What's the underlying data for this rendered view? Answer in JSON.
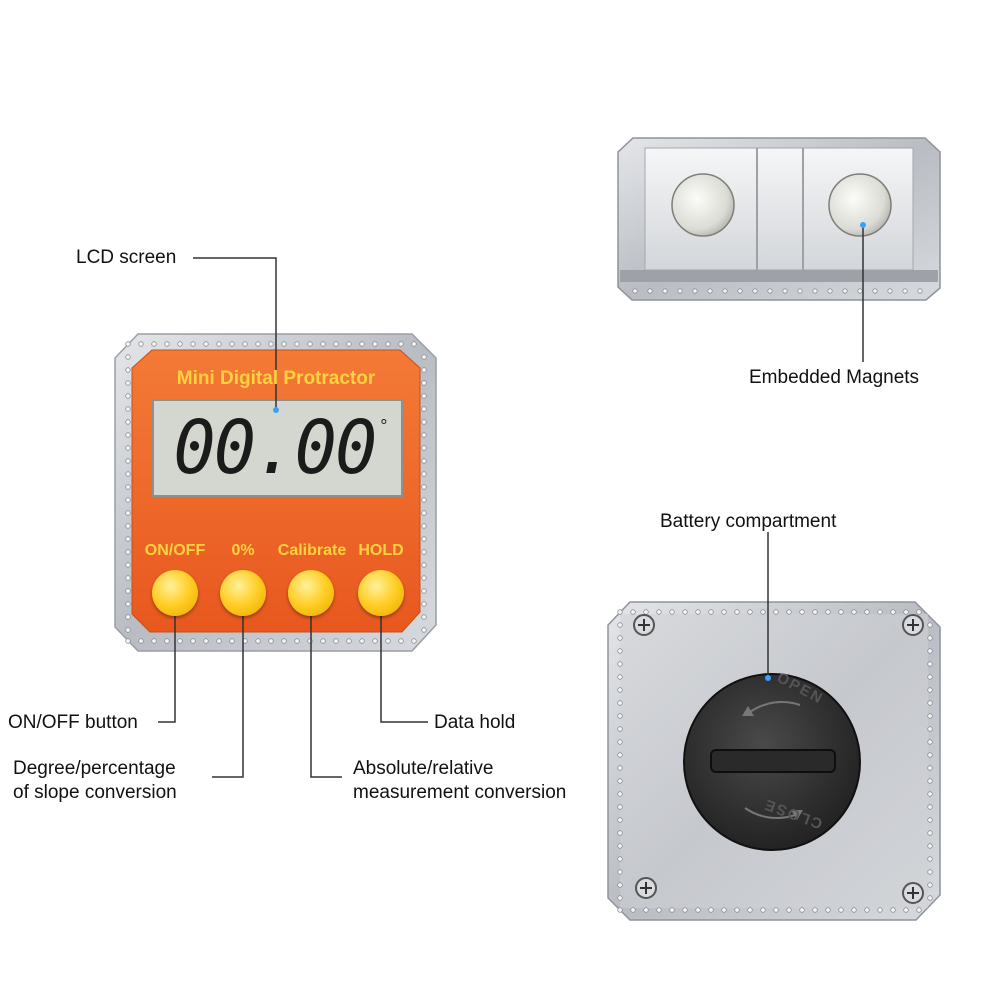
{
  "device": {
    "title": "Mini Digital Protractor",
    "reading": "00.00",
    "unit_symbol": "°",
    "buttons": [
      {
        "label": "ON/OFF"
      },
      {
        "label": "0%"
      },
      {
        "label": "Calibrate"
      },
      {
        "label": "HOLD"
      }
    ]
  },
  "back_view": {
    "cap_text_top": "OPEN",
    "cap_text_bottom": "CLOSE"
  },
  "callouts": {
    "lcd_screen": "LCD screen",
    "embedded_magnets": "Embedded Magnets",
    "battery_compartment": "Battery compartment",
    "on_off_button": "ON/OFF button",
    "data_hold": "Data hold",
    "slope_line1": "Degree/percentage",
    "slope_line2": "of slope conversion",
    "absolute_line1": "Absolute/relative",
    "absolute_line2": "measurement conversion"
  },
  "colors": {
    "orange_body": "#f26a2a",
    "title_yellow": "#ffd23f",
    "lcd_bg": "#d6d8d2",
    "button_yellow": "#ffc61a",
    "silver": "#c9ccd0",
    "leader_line": "#333333",
    "pointer_dot": "#3aa0ff"
  }
}
